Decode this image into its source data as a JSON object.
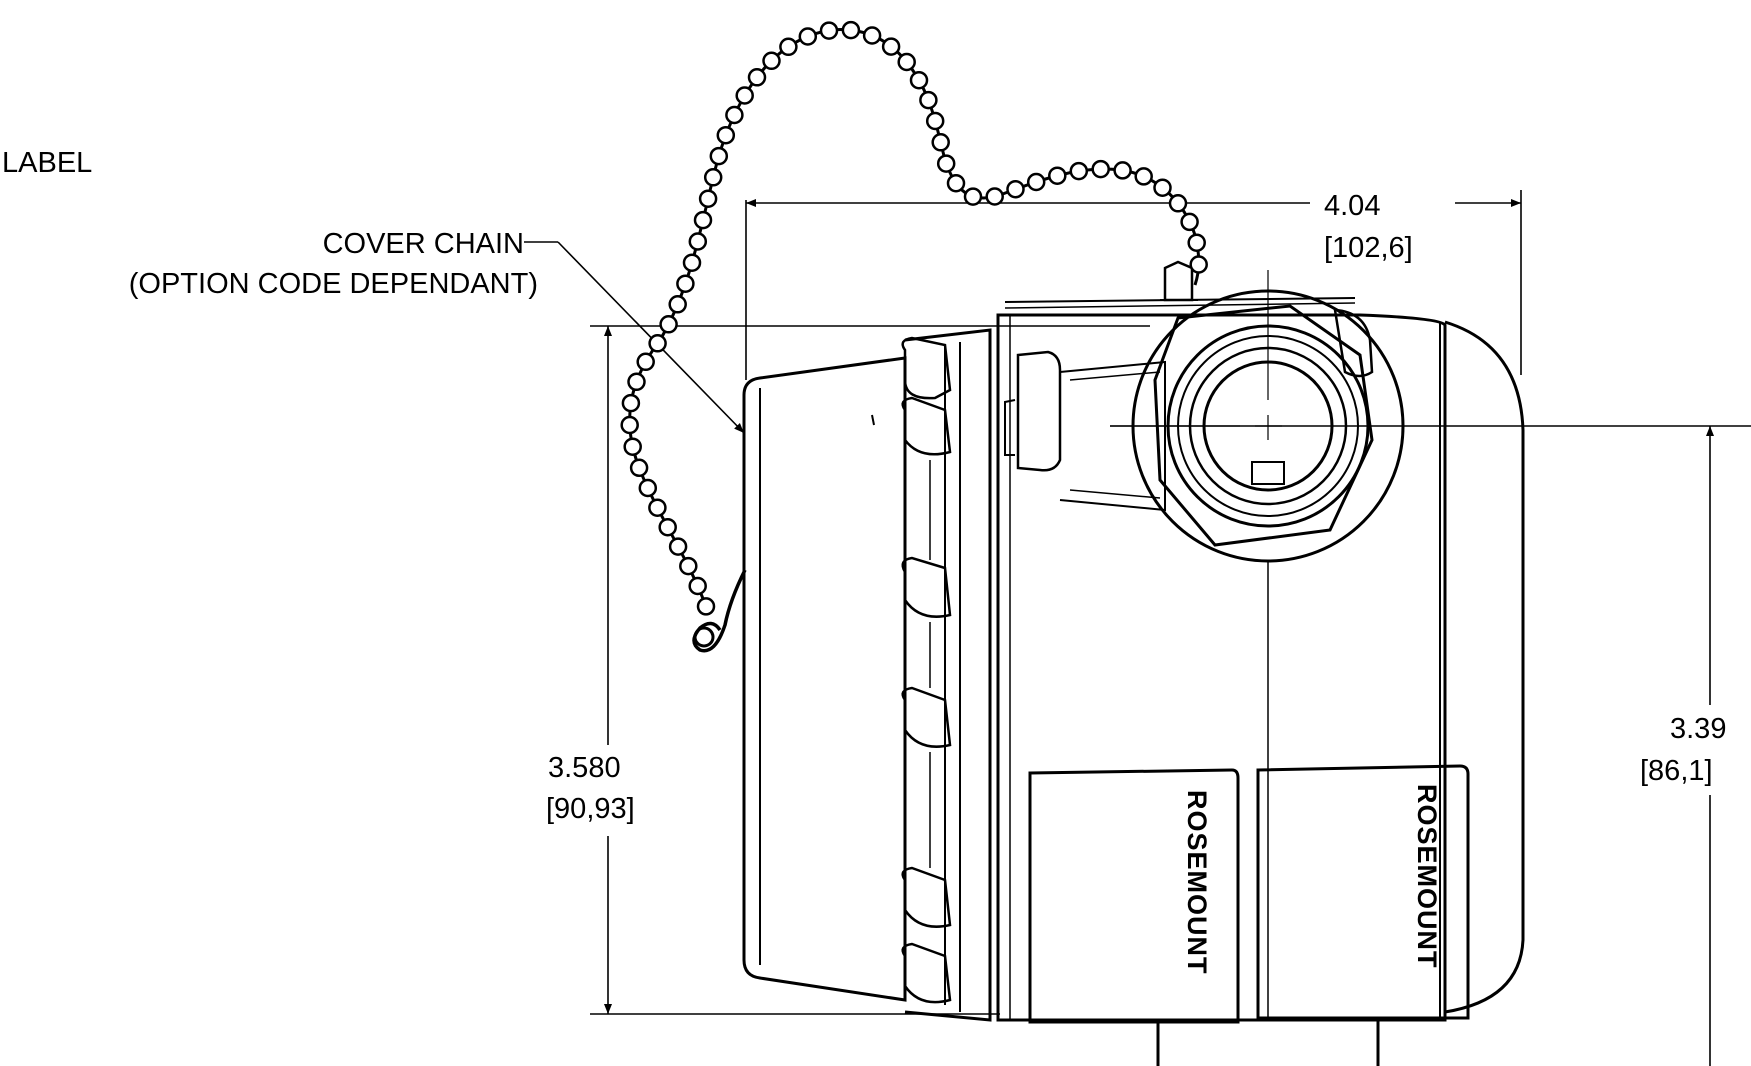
{
  "labels": {
    "label_callout": "LABEL",
    "cover_chain_line1": "COVER CHAIN",
    "cover_chain_line2": "(OPTION CODE DEPENDANT)"
  },
  "dimensions": {
    "width_in": "4.04",
    "width_mm": "[102,6]",
    "height_in": "3.580",
    "height_mm": "[90,93]",
    "depth_in": "3.39",
    "depth_mm": "[86,1]"
  },
  "branding": {
    "label_left": "ROSEMOUNT",
    "label_right": "ROSEMOUNT"
  }
}
